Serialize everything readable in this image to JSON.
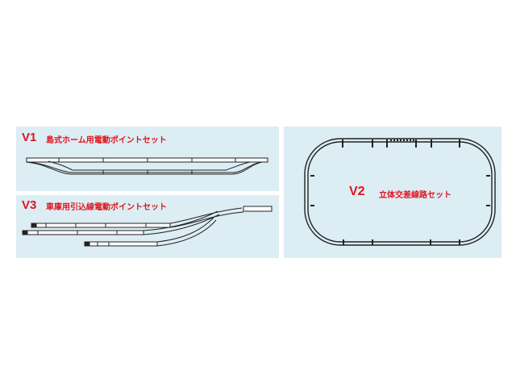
{
  "sets": [
    {
      "code": "V1",
      "name": "島式ホーム用電動ポイントセット"
    },
    {
      "code": "V3",
      "name": "車庫用引込線電動ポイントセット"
    },
    {
      "code": "V2",
      "name": "立体交差線路セット"
    }
  ],
  "colors": {
    "panel": "#dcedf4",
    "label": "#e0141e",
    "track": "#1a1a1a"
  }
}
